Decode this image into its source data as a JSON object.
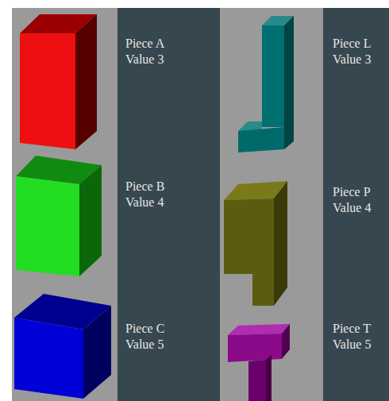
{
  "diagram": {
    "labels": [
      "Piece A",
      "Value 3",
      "Piece L",
      "Value 3",
      "Piece B",
      "Value 4",
      "Piece P",
      "Value 4",
      "Piece C",
      "Value 5",
      "Piece T",
      "Value 5"
    ]
  }
}
